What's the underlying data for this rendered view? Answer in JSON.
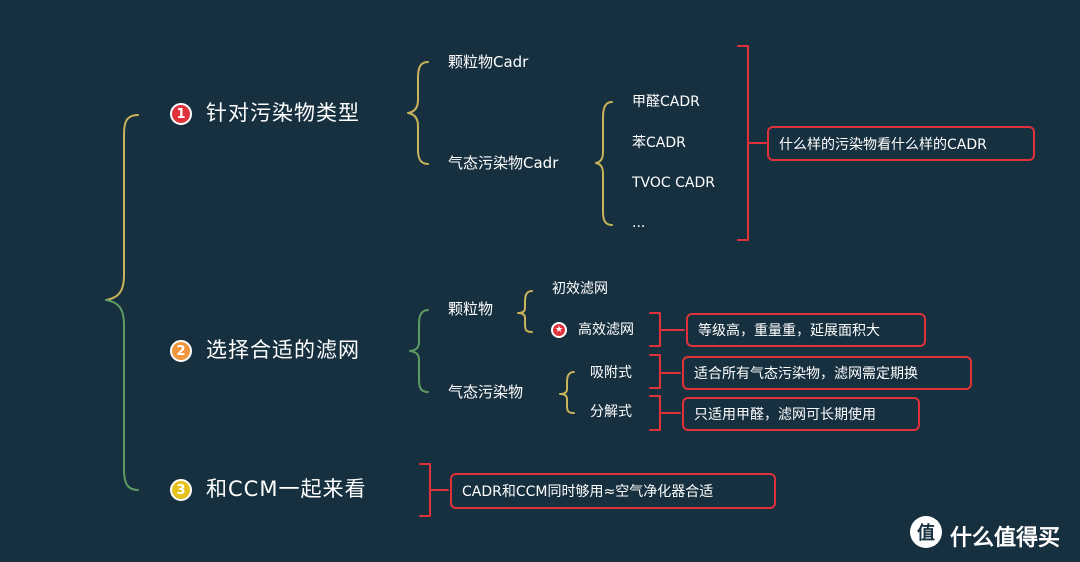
{
  "colors": {
    "background": "#17303f",
    "red": "#e0323a",
    "bracket_yellow": "#c8b35a",
    "bracket_green": "#5e9b62",
    "num1": "#e0323a",
    "num2": "#f0953b",
    "num3": "#e8c21c"
  },
  "section1": {
    "number": "1",
    "title": "针对污染物类型",
    "particles": "颗粒物Cadr",
    "gas": "气态污染物Cadr",
    "gas_items": [
      "甲醛CADR",
      "苯CADR",
      "TVOC CADR",
      "..."
    ],
    "note": "什么样的污染物看什么样的CADR"
  },
  "section2": {
    "number": "2",
    "title": "选择合适的滤网",
    "particles": "颗粒物",
    "particle_items": [
      "初效滤网",
      "高效滤网"
    ],
    "particle_note": "等级高，重量重，延展面积大",
    "gas": "气态污染物",
    "gas_items": [
      "吸附式",
      "分解式"
    ],
    "gas_notes": [
      "适合所有气态污染物，滤网需定期换",
      "只适用甲醛，滤网可长期使用"
    ]
  },
  "section3": {
    "number": "3",
    "title": "和CCM一起来看",
    "note": "CADR和CCM同时够用≈空气净化器合适"
  },
  "watermark": {
    "logo_text": "值",
    "brand": "什么值得买"
  }
}
